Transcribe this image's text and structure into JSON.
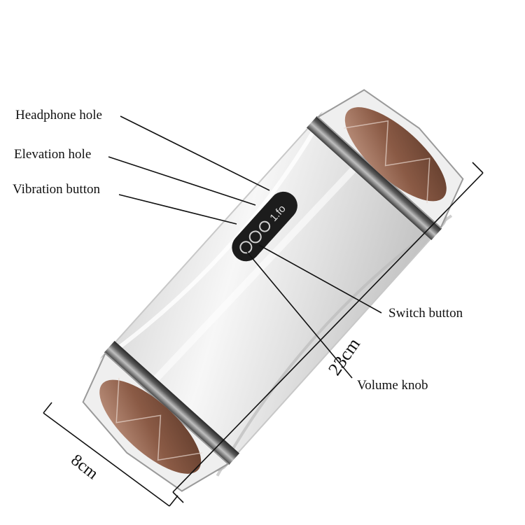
{
  "labels": {
    "headphone_hole": "Headphone hole",
    "elevation_hole": "Elevation hole",
    "vibration_button": "Vibration button",
    "switch_button": "Switch button",
    "volume_knob": "Volume knob"
  },
  "dimensions": {
    "length": "23cm",
    "width": "8cm"
  },
  "panel_text": "1.fo",
  "colors": {
    "body": "#e9e9e9",
    "cap_brown": "#8a5a45",
    "chrome": "#6b6b6b",
    "panel": "#1c1c1c",
    "line": "#111111"
  }
}
